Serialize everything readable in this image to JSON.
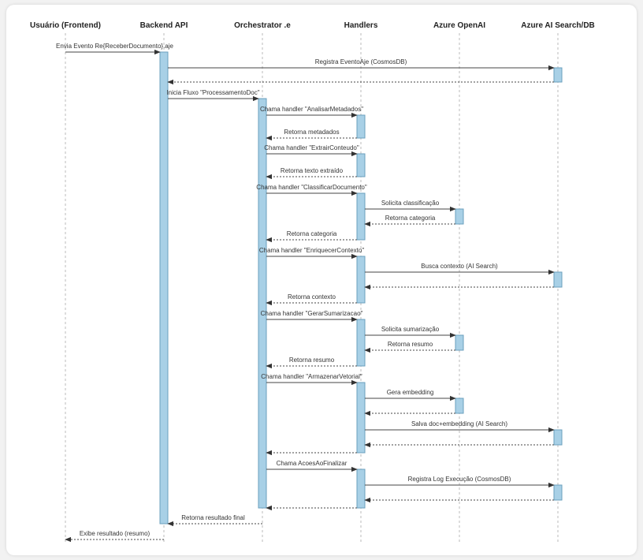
{
  "participants": [
    "Usuário (Frontend)",
    "Backend API",
    "Orchestrator .e",
    "Handlers",
    "Azure OpenAI",
    "Azure AI Search/DB"
  ],
  "messages": [
    {
      "from": 0,
      "to": 1,
      "label": "Envia Evento Re{ReceberDocumento}.aje",
      "type": "solid"
    },
    {
      "from": 1,
      "to": 5,
      "label": "Registra EventoAje (CosmosDB)",
      "type": "solid"
    },
    {
      "from": 5,
      "to": 1,
      "label": "",
      "type": "dashed"
    },
    {
      "from": 1,
      "to": 2,
      "label": "Inicia Fluxo \"ProcessamentoDoc\"",
      "type": "solid"
    },
    {
      "from": 2,
      "to": 3,
      "label": "Chama handler \"AnalisarMetadados\"",
      "type": "solid"
    },
    {
      "from": 3,
      "to": 2,
      "label": "Retorna metadados",
      "type": "dashed"
    },
    {
      "from": 2,
      "to": 3,
      "label": "Chama handler \"ExtrairConteudo\"",
      "type": "solid"
    },
    {
      "from": 3,
      "to": 2,
      "label": "Retorna texto extraído",
      "type": "dashed"
    },
    {
      "from": 2,
      "to": 3,
      "label": "Chama handler \"ClassificarDocumento\"",
      "type": "solid"
    },
    {
      "from": 3,
      "to": 4,
      "label": "Solicita classificação",
      "type": "solid"
    },
    {
      "from": 4,
      "to": 3,
      "label": "Retorna categoria",
      "type": "dashed"
    },
    {
      "from": 3,
      "to": 2,
      "label": "Retorna categoria",
      "type": "dashed"
    },
    {
      "from": 2,
      "to": 3,
      "label": "Chama handler \"EnriquecerContexto\"",
      "type": "solid"
    },
    {
      "from": 3,
      "to": 5,
      "label": "Busca contexto (AI Search)",
      "type": "solid"
    },
    {
      "from": 5,
      "to": 3,
      "label": "",
      "type": "dashed"
    },
    {
      "from": 3,
      "to": 2,
      "label": "Retorna contexto",
      "type": "dashed"
    },
    {
      "from": 2,
      "to": 3,
      "label": "Chama handler \"GerarSumarizacao\"",
      "type": "solid"
    },
    {
      "from": 3,
      "to": 4,
      "label": "Solicita sumarização",
      "type": "solid"
    },
    {
      "from": 4,
      "to": 3,
      "label": "Retorna resumo",
      "type": "dashed"
    },
    {
      "from": 3,
      "to": 2,
      "label": "Retorna resumo",
      "type": "dashed"
    },
    {
      "from": 2,
      "to": 3,
      "label": "Chama handler \"ArmazenarVetorial\"",
      "type": "solid"
    },
    {
      "from": 3,
      "to": 4,
      "label": "Gera embedding",
      "type": "solid"
    },
    {
      "from": 4,
      "to": 3,
      "label": "",
      "type": "dashed"
    },
    {
      "from": 3,
      "to": 5,
      "label": "Salva doc+embedding (AI Search)",
      "type": "solid"
    },
    {
      "from": 5,
      "to": 3,
      "label": "",
      "type": "dashed"
    },
    {
      "from": 3,
      "to": 2,
      "label": "",
      "type": "dashed"
    },
    {
      "from": 2,
      "to": 3,
      "label": "Chama AcoesAoFinalizar",
      "type": "solid"
    },
    {
      "from": 3,
      "to": 5,
      "label": "Registra Log Execução (CosmosDB)",
      "type": "solid"
    },
    {
      "from": 5,
      "to": 3,
      "label": "",
      "type": "dashed"
    },
    {
      "from": 3,
      "to": 2,
      "label": "",
      "type": "dashed"
    },
    {
      "from": 2,
      "to": 1,
      "label": "Retorna resultado final",
      "type": "dashed"
    },
    {
      "from": 1,
      "to": 0,
      "label": "Exibe resultado (resumo)",
      "type": "dashed"
    }
  ],
  "colors": {
    "activation_fill": "#a8d0e6",
    "activation_stroke": "#6a9fbd",
    "line": "#444444",
    "lifeline": "#bbbbbb"
  }
}
